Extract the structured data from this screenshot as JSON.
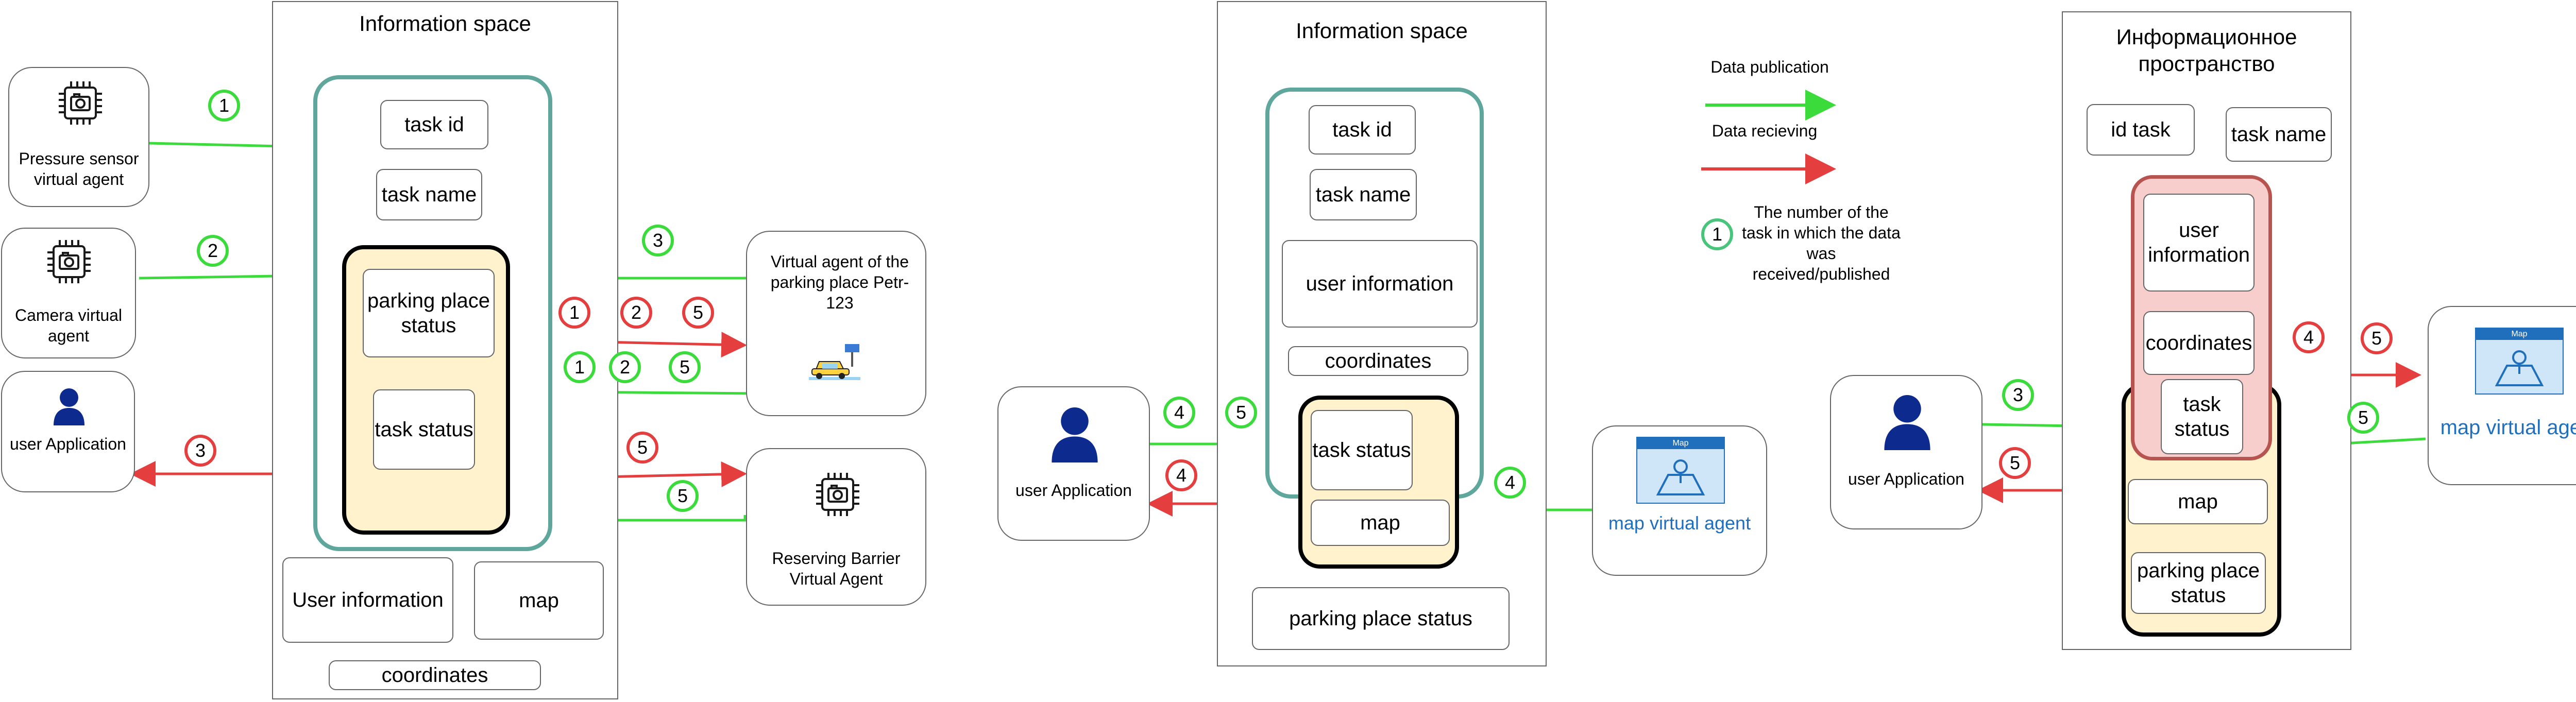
{
  "colors": {
    "publish": "#3bdb3b",
    "receive": "#e53e3e",
    "teal": "#5fa79d",
    "highlight": "#fff2cc",
    "pink": "#f8cecc",
    "blue_text": "#1f6fbd",
    "icon_blue": "#0d2b8f"
  },
  "icons": [
    "cpu-camera-icon",
    "car-parking-icon",
    "user-icon",
    "map-icon"
  ],
  "diagram1": {
    "space_title": "Information space",
    "fields": {
      "task_id": "task id",
      "task_name": "task name",
      "parking_place_status": "parking place status",
      "task_status": "task status",
      "user_information": "User information",
      "map": "map",
      "coordinates": "coordinates"
    },
    "agents": {
      "pressure": "Pressure sensor virtual agent",
      "camera": "Camera virtual agent",
      "user_app": "user Application",
      "parking": "Virtual agent of the parking place Petr-123",
      "barrier": "Reserving Barrier Virtual Agent"
    },
    "badges": {
      "n1": "1",
      "n2": "2",
      "n3": "3",
      "n5": "5"
    }
  },
  "diagram2": {
    "space_title": "Information space",
    "fields": {
      "task_id": "task id",
      "task_name": "task name",
      "user_information": "user information",
      "coordinates": "coordinates",
      "task_status": "task status",
      "map": "map",
      "parking_place_status": "parking place status"
    },
    "agents": {
      "user_app": "user Application",
      "map_agent": "map virtual agent",
      "map_icon_label": "Map"
    },
    "badges": {
      "n4": "4",
      "n5": "5"
    }
  },
  "legend": {
    "publication": "Data publication",
    "receiving": "Data recieving",
    "badge": "1",
    "number_desc": "The number of the task in which the data was received/published"
  },
  "diagram3": {
    "space_title": "Информационное пространство",
    "fields": {
      "id_task": "id task",
      "task_name": "task name",
      "user_information": "user information",
      "coordinates": "coordinates",
      "task_status": "task status",
      "map": "map",
      "parking_place_status": "parking place status"
    },
    "agents": {
      "user_app": "user Application",
      "map_agent": "map virtual agent",
      "map_icon_label": "Map"
    },
    "badges": {
      "n3": "3",
      "n4": "4",
      "n5": "5"
    }
  }
}
